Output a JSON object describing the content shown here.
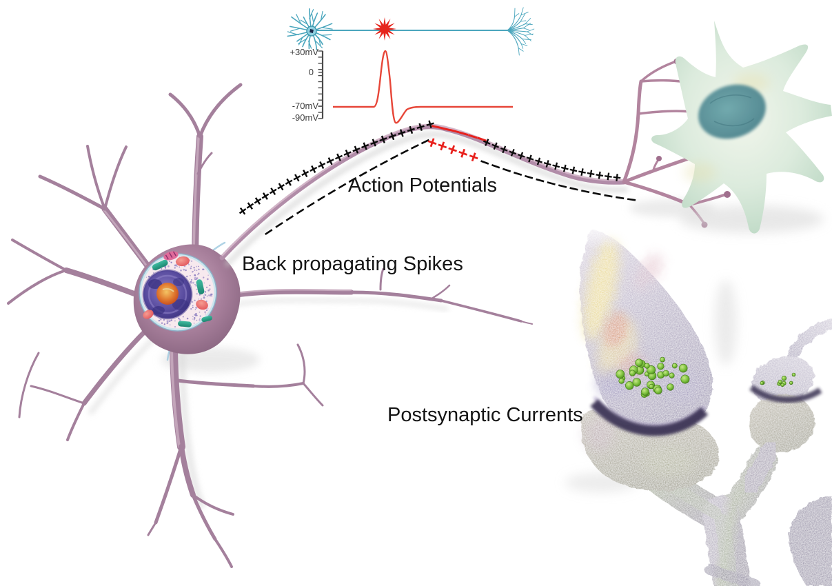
{
  "labels": {
    "action_potentials": "Action Potentials",
    "back_propagating_spikes": "Back propagating Spikes",
    "postsynaptic_currents": "Postsynaptic Currents"
  },
  "inset": {
    "labels": {
      "plus30": "+30mV",
      "zero": "0",
      "minus70": "-70mV",
      "minus90": "-90mV"
    },
    "trace_color": "#e74638",
    "neuron_color": "#4aa6bd",
    "stimulus_color": "#e6251c",
    "axis_color": "#4a4a4a"
  },
  "charge_zones": [
    {
      "id": "above-left",
      "symbol": "+",
      "color": "#0b0b0b",
      "count": 23
    },
    {
      "id": "above-depolarized",
      "symbol": "−",
      "color": "#e8211d",
      "count": 6
    },
    {
      "id": "above-right",
      "symbol": "+",
      "color": "#0b0b0b",
      "count": 16
    },
    {
      "id": "below-left",
      "symbol": "−",
      "color": "#0b0b0b",
      "count": 16
    },
    {
      "id": "below-depolarized",
      "symbol": "+",
      "color": "#e8211d",
      "count": 5
    },
    {
      "id": "below-right",
      "symbol": "−",
      "color": "#0b0b0b",
      "count": 14
    }
  ],
  "vesicles": {
    "large_cluster_count": 30,
    "small_cluster_count": 9,
    "color": "#7cc13e"
  },
  "palette": {
    "background": "#ffffff",
    "neuron_body": "#a4809c",
    "neuron_highlight": "#9cc8de",
    "cytoplasm": "#f7e9ee",
    "nucleus": "#55489c",
    "nucleolus": "#e07a30",
    "mitochondria": "#27a18c",
    "organelle_red": "#ef6a67",
    "axon": "#b18ca8",
    "postsynaptic_cell": "#d9e9da",
    "postsynaptic_nucleus": "#57929c",
    "synapse_body": "#9e96b4",
    "synapse_glow": "#ead978",
    "charge_positive": "#0b0b0b",
    "charge_depolarized": "#e8211d"
  }
}
